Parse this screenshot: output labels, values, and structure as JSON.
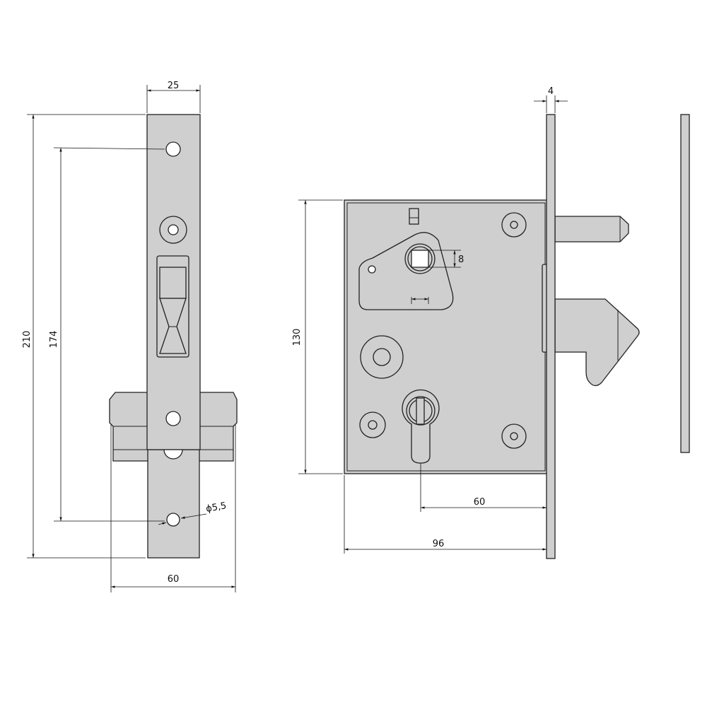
{
  "front_view": {
    "dim_faceplate_width": "25",
    "dim_total_height": "210",
    "dim_hole_distance": "174",
    "dim_body_width": "60",
    "dim_hole_diameter": "ϕ5,5"
  },
  "side_view": {
    "dim_faceplate_thickness": "4",
    "dim_case_height": "130",
    "dim_spindle_square": "8",
    "dim_backset": "60",
    "dim_case_depth": "96"
  },
  "colors": {
    "metal": "#cfcfcf",
    "line": "#222222"
  }
}
